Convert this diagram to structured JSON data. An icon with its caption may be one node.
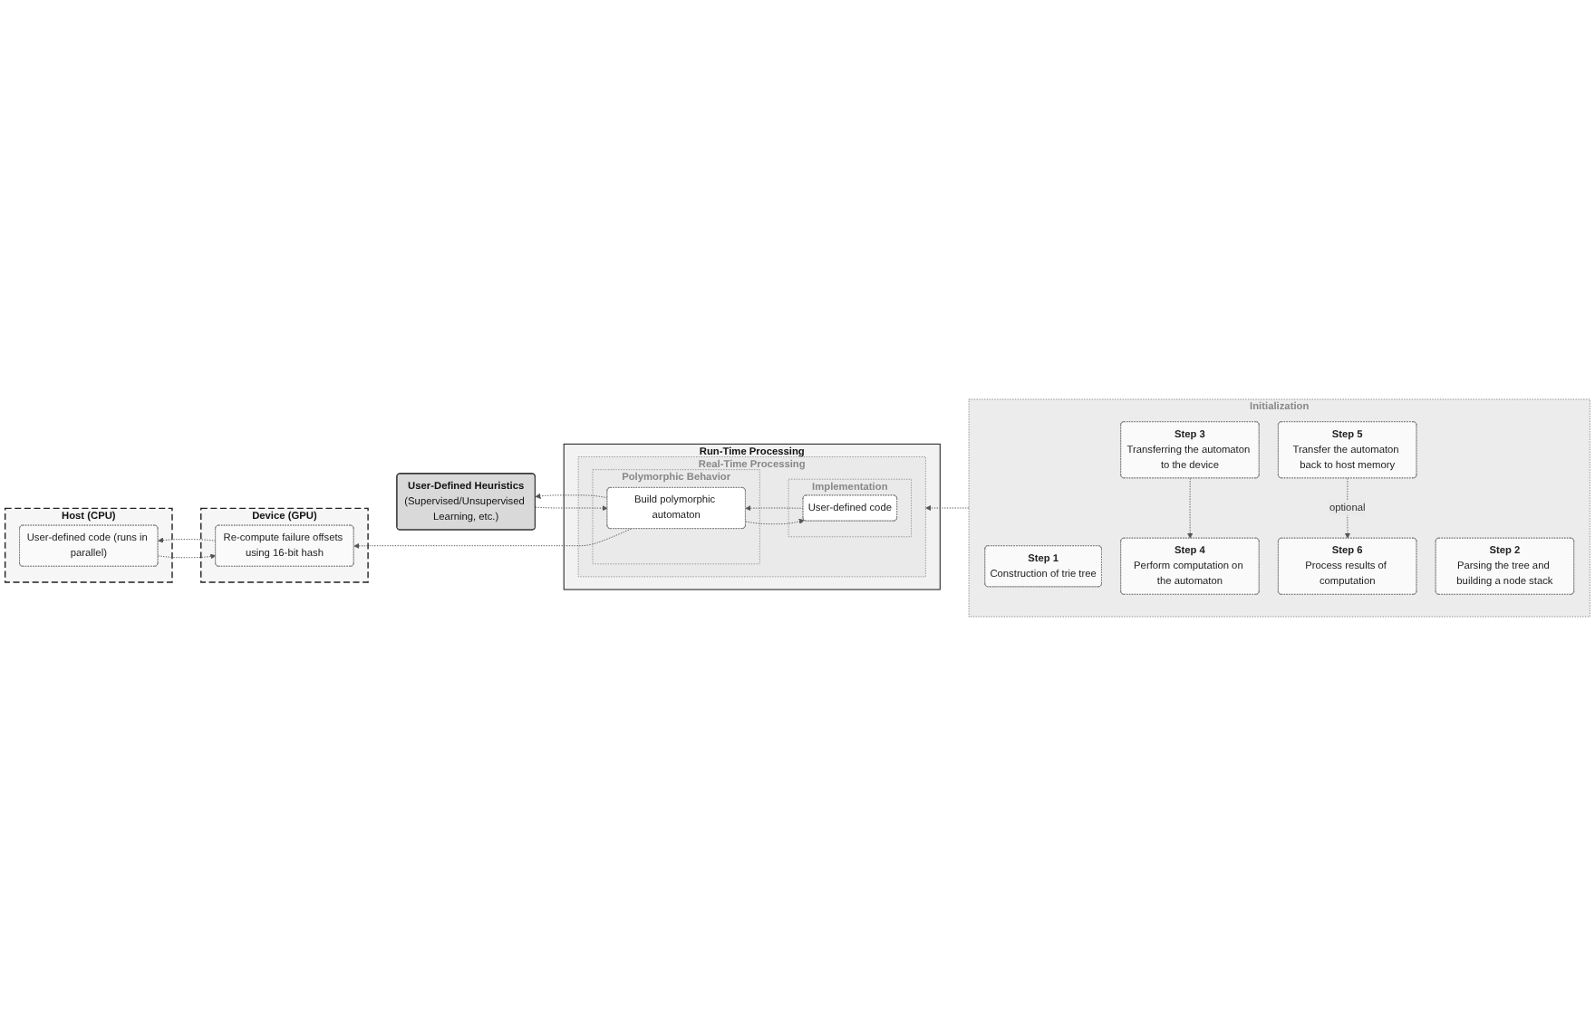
{
  "diagram": {
    "nodes": [
      {
        "text": [
          "Host (CPU)"
        ]
      },
      {
        "text": [
          "Device (GPU)"
        ]
      },
      {
        "text": [
          "Initialization"
        ]
      },
      {
        "text": [
          "Step 1",
          "Construction of trie tree"
        ],
        "in": 2
      },
      {
        "text": [
          "Step 2",
          "Parsing the tree and building a node stack"
        ],
        "in": 2
      },
      {
        "text": [
          "Step 3",
          "Transferring the automaton to the device"
        ],
        "in": 2
      },
      {
        "text": [
          "Step 4",
          "Perform computation on the automaton"
        ],
        "in": 2
      },
      {
        "text": [
          "Step 5",
          "Transfer the automaton back to host memory"
        ],
        "in": 2
      },
      {
        "text": [
          "Step 6",
          "Process results of computation"
        ],
        "in": 2
      },
      {
        "text": [
          "User-defined code (runs in parallel)"
        ],
        "in": 0
      },
      {
        "text": [
          "Re-compute failure offsets using 16-bit hash"
        ],
        "in": 1
      },
      {
        "text": [
          "User-Defined Heuristics",
          "(Supervised/Unsupervised Learning, etc.)"
        ]
      },
      {
        "text": [
          "Run-Time Processing"
        ]
      },
      {
        "text": [
          "Real-Time Processing"
        ],
        "in": 12
      },
      {
        "text": [
          "Implementation"
        ],
        "in": 13
      },
      {
        "text": [
          "User-defined code"
        ],
        "in": 14
      },
      {
        "text": [
          "Polymorphic Behavior"
        ],
        "in": 13
      },
      {
        "text": [
          "Build polymorphic automaton"
        ],
        "in": 16
      }
    ],
    "edges": [
      {
        "from": 5,
        "to": 6,
        "arrow": "to",
        "style": "dashed"
      },
      {
        "from": 7,
        "to": 8,
        "arrow": "to",
        "style": "dashed",
        "label": "optional"
      },
      {
        "from": 9,
        "to": 10,
        "arrow": "to",
        "style": "dashed"
      },
      {
        "from": 10,
        "to": 9,
        "arrow": "to",
        "style": "dashed"
      },
      {
        "from": 2,
        "to": 13,
        "arrow": "to",
        "style": "dashed"
      },
      {
        "from": 17,
        "to": 11,
        "arrow": "to",
        "style": "dashed"
      },
      {
        "from": 11,
        "to": 17,
        "arrow": "to",
        "style": "dashed"
      },
      {
        "from": 15,
        "to": 17,
        "arrow": "to",
        "style": "dashed"
      },
      {
        "from": 17,
        "to": 15,
        "arrow": "to",
        "style": "dashed"
      },
      {
        "from": 17,
        "to": 10,
        "arrow": "to",
        "style": "dashed"
      }
    ]
  }
}
